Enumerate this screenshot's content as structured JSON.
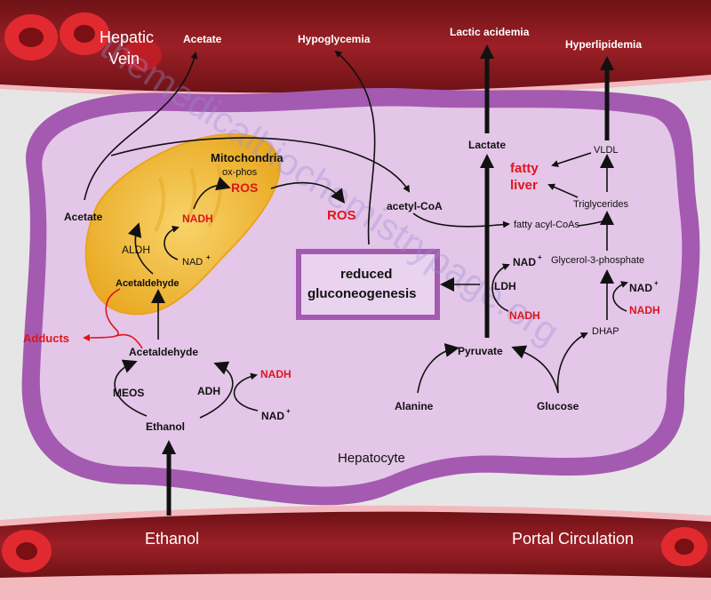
{
  "vessels": {
    "top_label_line1": "Hepatic",
    "top_label_line2": "Vein",
    "bottom_left_label": "Ethanol",
    "bottom_right_label": "Portal Circulation"
  },
  "outputs": {
    "acetate": "Acetate",
    "hypoglycemia": "Hypoglycemia",
    "lactic_acidemia": "Lactic acidemia",
    "hyperlipidemia": "Hyperlipidemia"
  },
  "mitochondria": {
    "title": "Mitochondria",
    "subtitle": "ox-phos",
    "ros_inner": "ROS",
    "nadh": "NADH",
    "aldh": "ALDH",
    "nad": "NAD",
    "acetaldehyde": "Acetaldehyde",
    "acetate": "Acetate"
  },
  "cell": {
    "label": "Hepatocyte",
    "ros_outer": "ROS",
    "adducts": "Adducts",
    "acetaldehyde": "Acetaldehyde",
    "meos": "MEOS",
    "adh": "ADH",
    "nadh_adh": "NADH",
    "nad_adh": "NAD",
    "ethanol": "Ethanol",
    "reduced_line1": "reduced",
    "reduced_line2": "gluconeogenesis",
    "acetyl_coa": "acetyl-CoA",
    "fatty_acyl_coas": "fatty acyl-CoAs",
    "lactate": "Lactate",
    "fatty_line1": "fatty",
    "fatty_line2": "liver",
    "vldl": "VLDL",
    "triglycerides": "Triglycerides",
    "glycerol3p": "Glycerol-3-phosphate",
    "nad_ldh": "NAD",
    "ldh": "LDH",
    "nadh_ldh": "NADH",
    "nad_dhap": "NAD",
    "nadh_dhap": "NADH",
    "dhap": "DHAP",
    "pyruvate": "Pyruvate",
    "alanine": "Alanine",
    "glucose": "Glucose",
    "superscript_plus": "+"
  },
  "watermark": "themedicalbiochemistrypage.org",
  "colors": {
    "vessel": "#8b1a1f",
    "vessel_dark": "#5e0d11",
    "cell_border": "#a45ab0",
    "cell_fill": "#e4c6e8",
    "mito": "#f1b733",
    "accent_red": "#e0141e",
    "box_border": "#a45ab0"
  }
}
